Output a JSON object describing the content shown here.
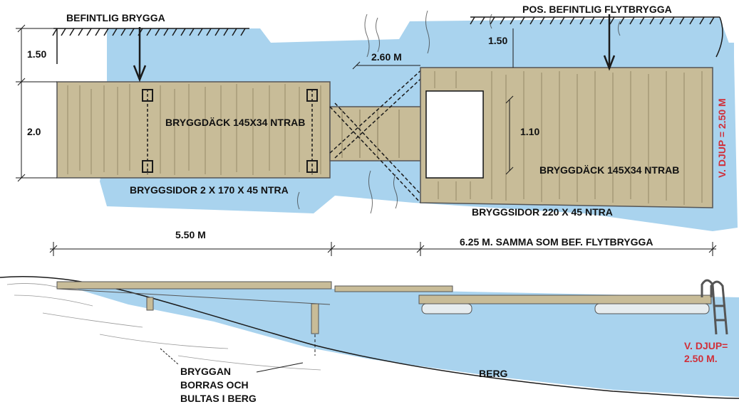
{
  "labels": {
    "existing_pier": "BEFINTLIG BRYGGA",
    "pos_existing_float": "POS. BEFINTLIG FLYTBRYGGA",
    "dim_left_offset": "1.50",
    "dim_right_offset": "1.50",
    "dim_gap": "2.60 M",
    "dim_left_width": "2.0",
    "dim_cutout": "1.10",
    "deck_left": "BRYGGDÄCK 145X34  NTRAB",
    "deck_right": "BRYGGDÄCK 145X34  NTRAB",
    "sides_left": "BRYGGSIDOR 2 X 170 X 45 NTRA",
    "sides_right": "BRYGGSIDOR 220 X 45 NTRA",
    "len_left": "5.50 M",
    "len_right": "6.25 M. SAMMA SOM BEF. FLYTBRYGGA",
    "depth_vertical": "V. DJUP = 2.50 M",
    "depth_bottom_1": "V. DJUP=",
    "depth_bottom_2": "2.50 M.",
    "pier_note_1": "BRYGGAN",
    "pier_note_2": "BORRAS OCH",
    "pier_note_3": "BULTAS I BERG",
    "rock": "BERG"
  },
  "colors": {
    "water": "#a9d3ee",
    "deck": "#c8bc98",
    "ink": "#1a1a1a",
    "red_text": "#d0303a"
  }
}
